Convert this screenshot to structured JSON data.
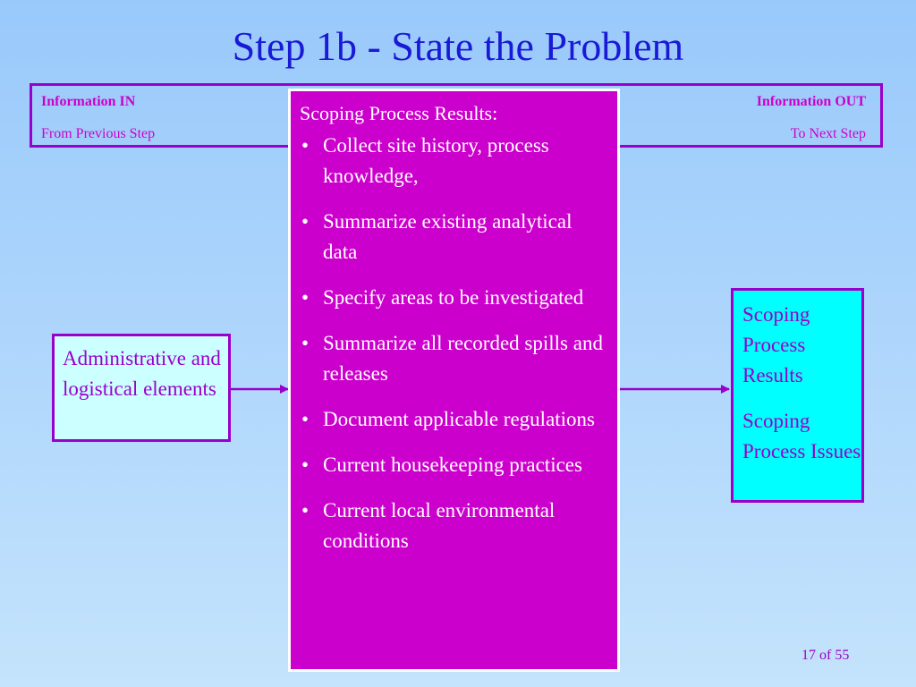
{
  "title": "Step 1b - State the Problem",
  "info_band": {
    "left_heading": "Information IN",
    "left_sub": "From Previous Step",
    "right_heading": "Information OUT",
    "right_sub": "To Next Step"
  },
  "center_box": {
    "heading": "Scoping Process Results:",
    "items": [
      "Collect site history, process knowledge,",
      "Summarize existing analytical data",
      "Specify areas to be investigated",
      "Summarize all recorded spills and releases",
      "Document applicable regulations",
      "Current housekeeping practices",
      "Current local environmental conditions"
    ]
  },
  "left_box": {
    "text": "Administrative and logistical elements"
  },
  "right_box": {
    "item1": "Scoping Process Results",
    "item2": "Scoping Process Issues"
  },
  "page_number": "17 of 55",
  "colors": {
    "title": "#1a1ad6",
    "accent": "#9900cc",
    "magenta": "#cc00cc",
    "cyan": "#00ffff",
    "light_cyan": "#ccffff"
  }
}
